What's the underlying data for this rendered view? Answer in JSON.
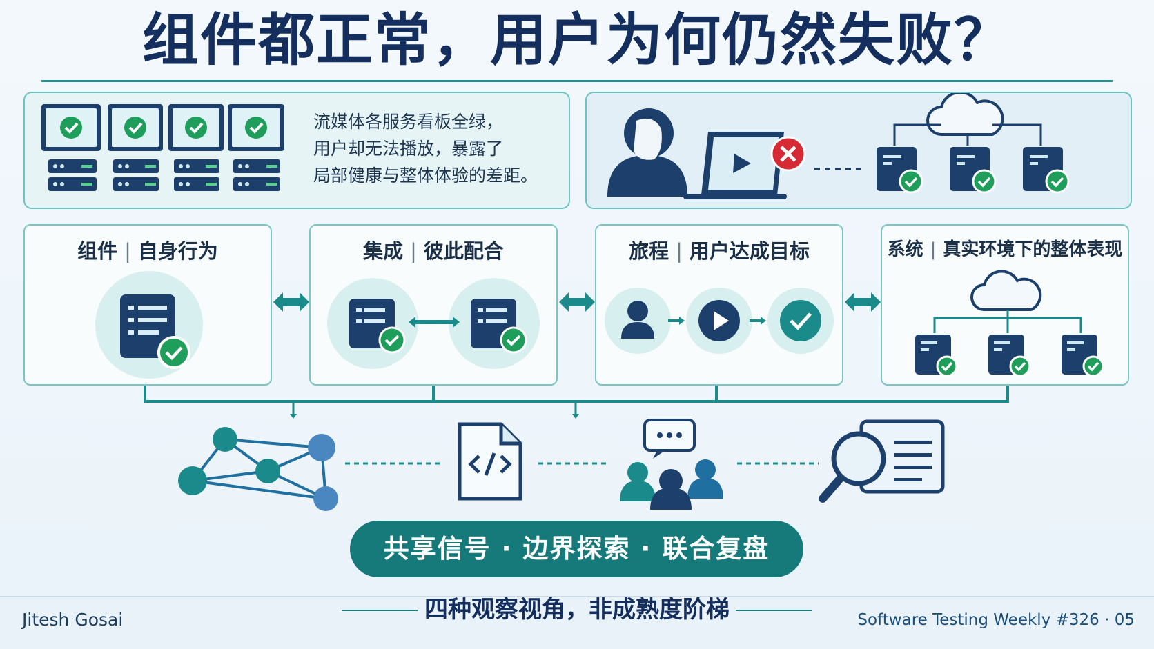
{
  "title": "组件都正常，用户为何仍然失败？",
  "intro": {
    "line1": "流媒体各服务看板全绿，",
    "line2": "用户却无法播放，暴露了",
    "line3": "局部健康与整体体验的差距。"
  },
  "levels": [
    {
      "name": "组件",
      "desc": "自身行为"
    },
    {
      "name": "集成",
      "desc": "彼此配合"
    },
    {
      "name": "旅程",
      "desc": "用户达成目标"
    },
    {
      "name": "系统",
      "desc": "真实环境下的整体表现"
    }
  ],
  "pill": {
    "text": "共享信号 · 边界探索 · 联合复盘"
  },
  "bottom_title": "四种观察视角，非成熟度阶梯",
  "footer": {
    "author": "Jitesh Gosai",
    "issue": "Software Testing Weekly #326 · 05"
  },
  "colors": {
    "navy": "#1c3f6b",
    "teal": "#1a8a8a",
    "green": "#1e9e5a",
    "red": "#d62a35"
  }
}
